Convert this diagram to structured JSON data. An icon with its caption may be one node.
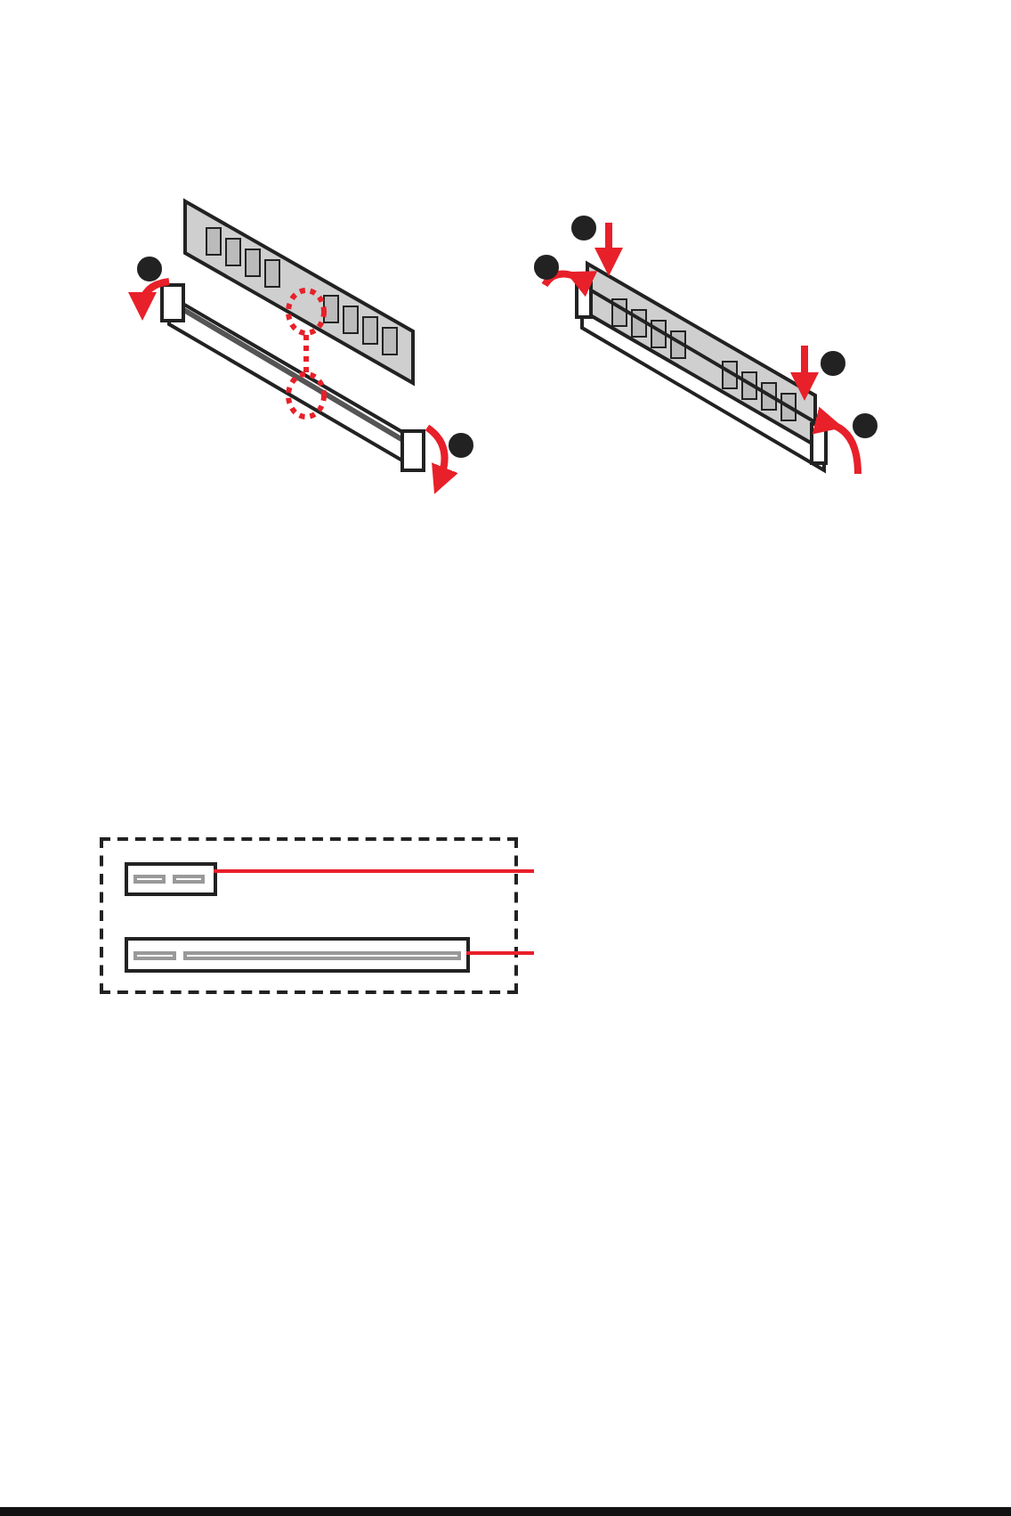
{
  "diagram": {
    "nodes": [
      {
        "text": [],
        "shape": "box"
      },
      {
        "text": [],
        "shape": "box",
        "in": 0
      },
      {
        "text": [],
        "shape": "box",
        "in": 0
      }
    ],
    "edges": [
      {
        "from": null,
        "to": 1,
        "arrow": "none"
      },
      {
        "from": null,
        "to": 2,
        "arrow": "none"
      }
    ]
  }
}
